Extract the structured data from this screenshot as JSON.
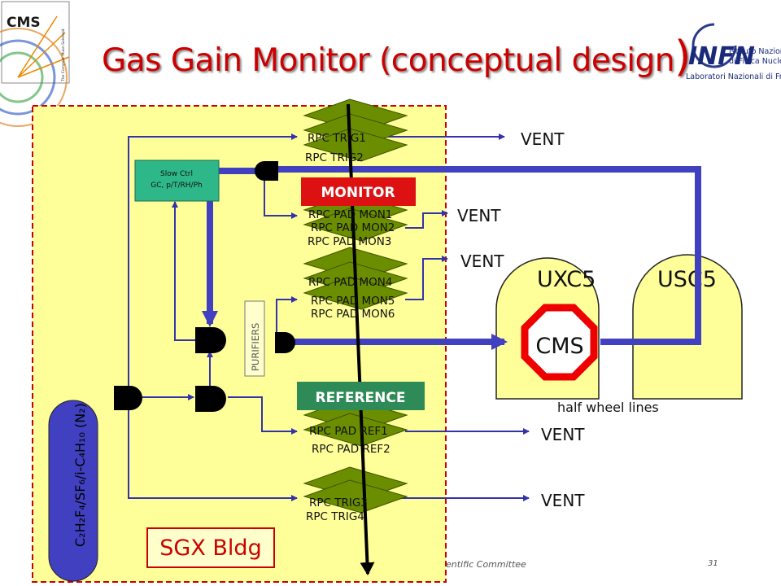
{
  "slide": {
    "title_main": "Gas Gain Monitor (conceptual design",
    "title_paren": ")",
    "footer_left": "entific Committee",
    "page_number": "31"
  },
  "logos": {
    "cms": "CMS",
    "cms_sub": "The Compact Muon Solenoid",
    "infn": "INFN",
    "infn_line1": "Istituto Nazionale",
    "infn_line2": "di Fisica Nucleare",
    "infn_line3": "Laboratori Nazionali di Frascati"
  },
  "diagram": {
    "gas_mixture": "C₂H₂F₄/SF₆/i-C₄H₁₀ (N₂)",
    "slow_ctrl_line1": "Slow Ctrl",
    "slow_ctrl_line2": "GC, p/T/RH/Ph",
    "purifiers": "PURIFIERS",
    "monitor_tag": "MONITOR",
    "reference_tag": "REFERENCE",
    "chambers": [
      {
        "label": "RPC TRIG1"
      },
      {
        "label": "RPC TRIG2"
      },
      {
        "label": "RPC PAD MON1"
      },
      {
        "label": "RPC PAD MON2"
      },
      {
        "label": "RPC PAD MON3"
      },
      {
        "label": "RPC PAD MON4"
      },
      {
        "label": "RPC PAD MON5"
      },
      {
        "label": "RPC PAD MON6"
      },
      {
        "label": "RPC PAD REF1"
      },
      {
        "label": "RPC PAD REF2"
      },
      {
        "label": "RPC TRIG3"
      },
      {
        "label": "RPC TRIG4"
      }
    ],
    "vents": [
      "VENT",
      "VENT",
      "VENT",
      "VENT",
      "VENT"
    ],
    "uxc": "UXC5",
    "usc": "USC5",
    "cms_octagon": "CMS",
    "half_wheel": "half wheel lines",
    "building": "SGX Bldg"
  },
  "colors": {
    "title": "#cc0000",
    "zone_fill": "#ffff99",
    "zone_border": "#cc0000",
    "pipe_thick": "#4040c0",
    "pipe_thin": "#3333aa",
    "chamber": "#6b8e00",
    "monitor_tag": "#dd1111",
    "reference_tag": "#2e8b57",
    "slow_ctrl": "#2eb88a",
    "octagon": "#ee0000"
  }
}
